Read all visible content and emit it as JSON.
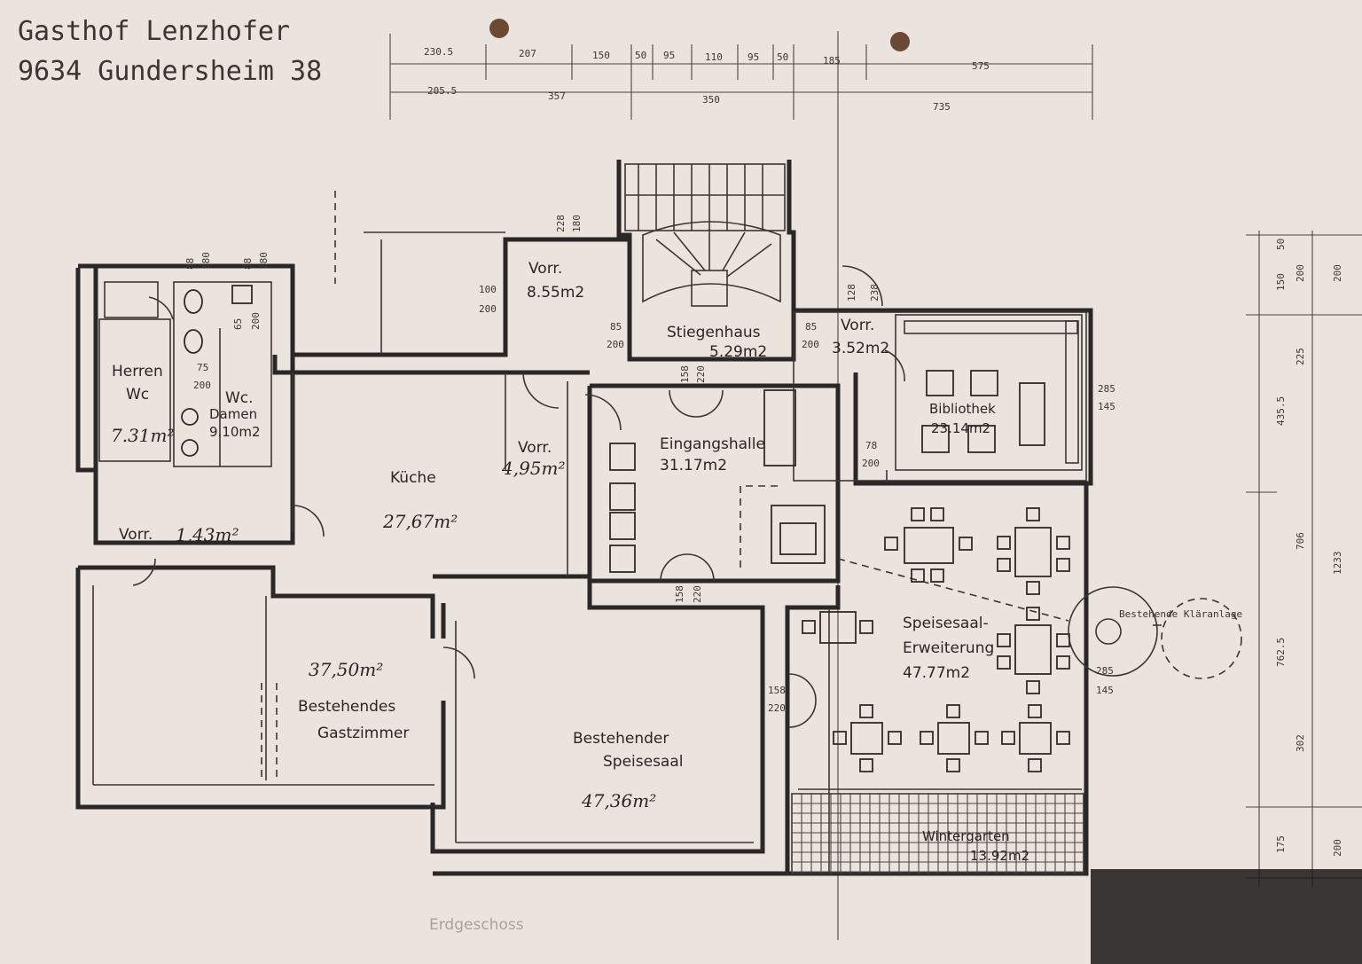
{
  "title": {
    "line1": "Gasthof Lenzhofer",
    "line2": "9634 Gundersheim 38"
  },
  "top_dimensions": {
    "row1": [
      "230.5",
      "207",
      "150",
      "50",
      "95",
      "110",
      "95",
      "50",
      "185",
      "575"
    ],
    "row2": [
      "205.5",
      "357",
      "350",
      "735"
    ]
  },
  "right_dimensions": {
    "col1": [
      "50",
      "150",
      "225",
      "435.5",
      "706",
      "762.5",
      "302",
      "175"
    ],
    "col2": [
      "200",
      "200",
      "1233",
      "200"
    ]
  },
  "rooms": {
    "vorr_top": {
      "name": "Vorr.",
      "area": "8.55m2"
    },
    "stiegenhaus": {
      "name": "Stiegenhaus",
      "area": "5.29m2"
    },
    "vorr_right": {
      "name": "Vorr.",
      "area": "3.52m2"
    },
    "bibliothek": {
      "name": "Bibliothek",
      "area": "23.14m2"
    },
    "herren_wc": {
      "name1": "Herren",
      "name2": "Wc",
      "area": "7.31m²"
    },
    "damen_wc": {
      "name1": "Wc.",
      "name2": "Damen",
      "area": "9.10m2"
    },
    "kueche": {
      "name": "Küche",
      "area": "27,67m²"
    },
    "vorr_mid": {
      "name": "Vorr.",
      "area": "4,95m²"
    },
    "eingangshalle": {
      "name": "Eingangshalle",
      "area": "31.17m2"
    },
    "vorr_left": {
      "name": "Vorr.",
      "area": "1,43m²"
    },
    "gastzimmer": {
      "name1": "Bestehendes",
      "name2": "Gastzimmer",
      "area": "37,50m²"
    },
    "speisesaal": {
      "name1": "Bestehender",
      "name2": "Speisesaal",
      "area": "47,36m²"
    },
    "speisesaal_erw": {
      "name1": "Speisesaal-",
      "name2": "Erweiterung",
      "area": "47.77m2"
    },
    "wintergarten": {
      "name": "Wintergarten",
      "area": "13.92m2"
    },
    "klaeranlage": {
      "name": "Bestehende Kläranlage"
    }
  },
  "door_labels": {
    "d1": [
      "88",
      "180"
    ],
    "d2": [
      "88",
      "180"
    ],
    "d3": [
      "228",
      "180"
    ],
    "d4": [
      "100",
      "200"
    ],
    "d5": [
      "85",
      "200"
    ],
    "d6": [
      "158",
      "220"
    ],
    "d7": [
      "85",
      "200"
    ],
    "d8": [
      "128",
      "238"
    ],
    "d9": [
      "285",
      "145"
    ],
    "d10": [
      "78",
      "200"
    ],
    "d11": [
      "158",
      "220"
    ],
    "d12": [
      "158",
      "220"
    ],
    "d13": [
      "285",
      "145"
    ],
    "d14": [
      "75",
      "200"
    ],
    "d15": [
      "65",
      "200"
    ]
  },
  "floor_label": "Erdgeschoss"
}
